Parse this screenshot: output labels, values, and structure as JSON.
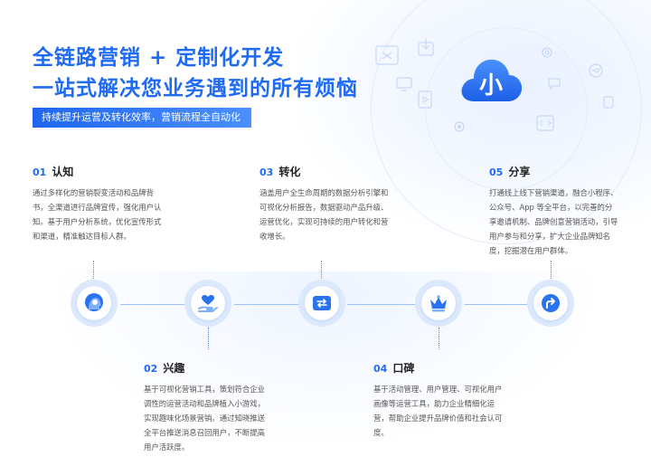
{
  "headline": {
    "line1": "全链路营销 + 定制化开发",
    "line2": "一站式解决您业务遇到的所有烦恼",
    "tagline": "持续提升运营及转化效率，营销流程全自动化"
  },
  "logo": {
    "char": "小",
    "icon": "cloud-icon",
    "color": "#1f6cf2"
  },
  "steps": [
    {
      "num": "01",
      "title": "认知",
      "icon": "head-brain-icon",
      "lines": [
        "通过多样化的营销裂变活动和品牌背",
        "书，全渠道进行品牌宣传，强化用户认",
        "知。基于用户分析系统，优化宣传形式",
        "和渠道，精准触达目标人群。"
      ]
    },
    {
      "num": "02",
      "title": "兴趣",
      "icon": "heart-hand-icon",
      "lines": [
        "基于可视化营销工具，策划符合企业",
        "调性的运营活动和品牌植入小游戏，",
        "实现趣味化场景营销。通过知晓推送",
        "全平台推送消息召回用户，不断提高",
        "用户活跃度。"
      ]
    },
    {
      "num": "03",
      "title": "转化",
      "icon": "convert-arrows-icon",
      "lines": [
        "涵盖用户全生命周期的数据分析引擎和",
        "可视化分析报告，数据驱动产品升级、",
        "运营优化，实现可持续的用户转化和营",
        "收增长。"
      ]
    },
    {
      "num": "04",
      "title": "口碑",
      "icon": "crown-icon",
      "lines": [
        "基于活动管理、用户管理、可视化用户",
        "画像等运营工具，助力企业精细化运",
        "营，帮助企业提升品牌价值和社会认可",
        "度。"
      ]
    },
    {
      "num": "05",
      "title": "分享",
      "icon": "share-arrow-icon",
      "lines": [
        "打通线上线下营销渠道，融合小程序、",
        "公众号、App  等全平台，以完善的分",
        "享邀请机制、品牌创意营销活动，引导",
        "用户参与和分享，扩大企业品牌知名",
        "度，挖掘潜在用户群体。"
      ]
    }
  ],
  "colors": {
    "brand": "#1f6cf2",
    "node_ring": "#dce9fd",
    "line": "#9cc0f7"
  }
}
